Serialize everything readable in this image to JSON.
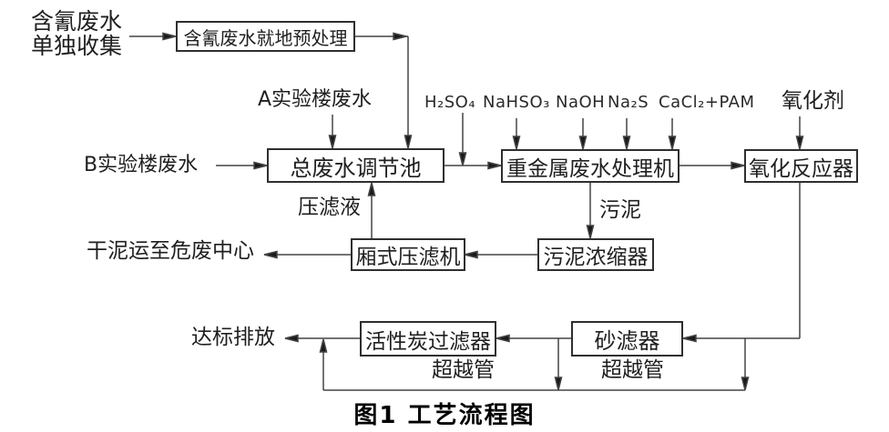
{
  "figure": {
    "caption": "图1  工艺流程图"
  },
  "nodes": {
    "cyanide_source_line1": "含氰废水",
    "cyanide_source_line2": "单独收集",
    "pretreatment": "含氰废水就地预处理",
    "lab_a": "A实验楼废水",
    "lab_b": "B实验楼废水",
    "equalization_tank": "总废水调节池",
    "heavy_metal_unit": "重金属废水处理机",
    "oxidation_reactor": "氧化反应器",
    "filter_press": "厢式压滤机",
    "sludge_thickener": "污泥浓缩器",
    "dry_sludge_out": "干泥运至危废中心",
    "carbon_filter": "活性炭过滤器",
    "sand_filter": "砂滤器",
    "discharge": "达标排放"
  },
  "chemicals": [
    "H₂SO₄",
    "NaHSO₃",
    "NaOH",
    "Na₂S",
    "CaCl₂+PAM"
  ],
  "oxidant": "氧化剂",
  "flow_labels": {
    "filtrate": "压滤液",
    "sludge": "污泥",
    "bypass_left": "超越管",
    "bypass_right": "超越管"
  },
  "colors": {
    "line": "#444444",
    "arrow": "#1a1a1a",
    "box_border": "#2f2f2f",
    "background": "#ffffff",
    "text": "#1f1f1f"
  }
}
